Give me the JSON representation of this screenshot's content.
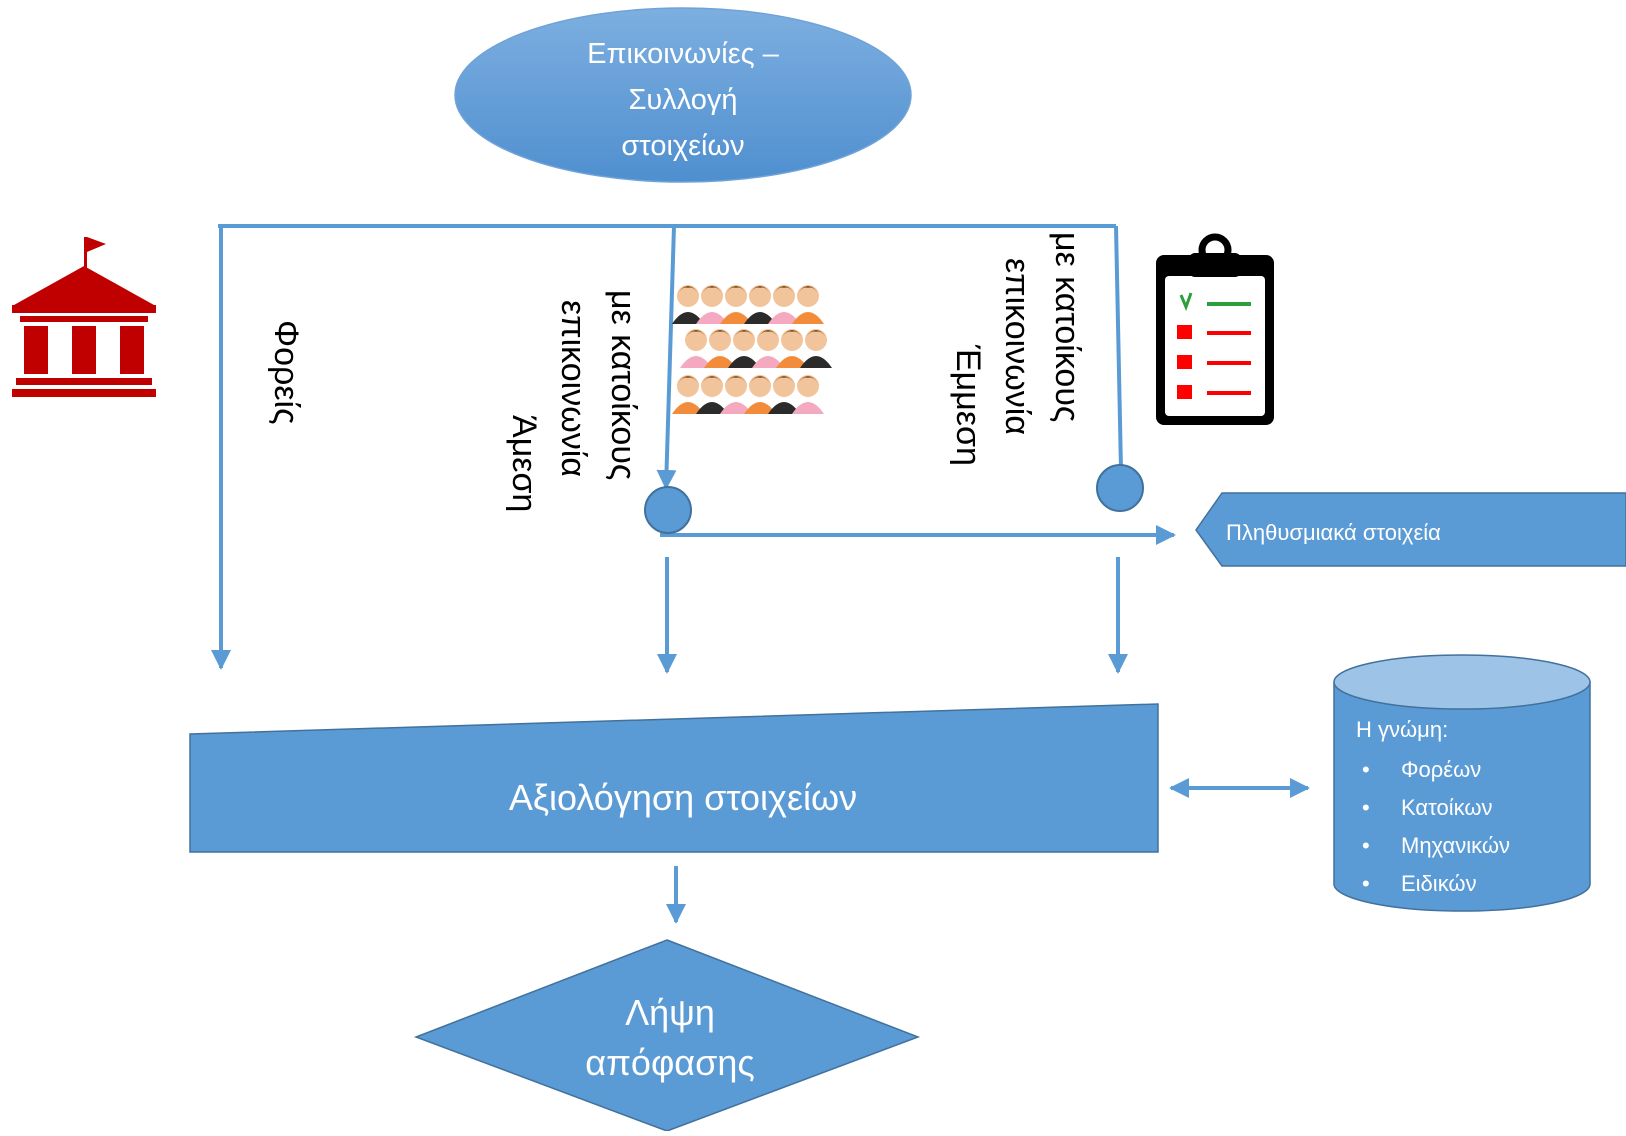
{
  "colors": {
    "shape_fill": "#5B9BD5",
    "shape_stroke": "#41719C",
    "line": "#5B9BD5",
    "white": "#FFFFFF",
    "black": "#000000",
    "icon_red": "#C00000",
    "check_green": "#2E9E3A",
    "cylinder_top": "#9DC3E6"
  },
  "top_node": {
    "lines": [
      "Επικοινωνίες –",
      "Συλλογή",
      "στοιχείων"
    ]
  },
  "branches": {
    "foreis": "Φορείς",
    "amesi": [
      "Άμεση",
      "επικοινωνία",
      "με κατοίκους"
    ],
    "emmesi": [
      "Έμμεση",
      "επικοινωνία",
      "με κατοίκους"
    ]
  },
  "population_box": "Πληθυσμιακά στοιχεία",
  "evaluation_box": "Αξιολόγηση στοιχείων",
  "decision_node": {
    "lines": [
      "Λήψη",
      "απόφασης"
    ]
  },
  "opinion_db": {
    "title": "Η γνώμη:",
    "items": [
      "Φορέων",
      "Κατοίκων",
      "Μηχανικών",
      "Ειδικών"
    ]
  },
  "icons": {
    "institution": "institution-building-icon",
    "people": "people-group-icon",
    "clipboard": "checklist-clipboard-icon"
  }
}
